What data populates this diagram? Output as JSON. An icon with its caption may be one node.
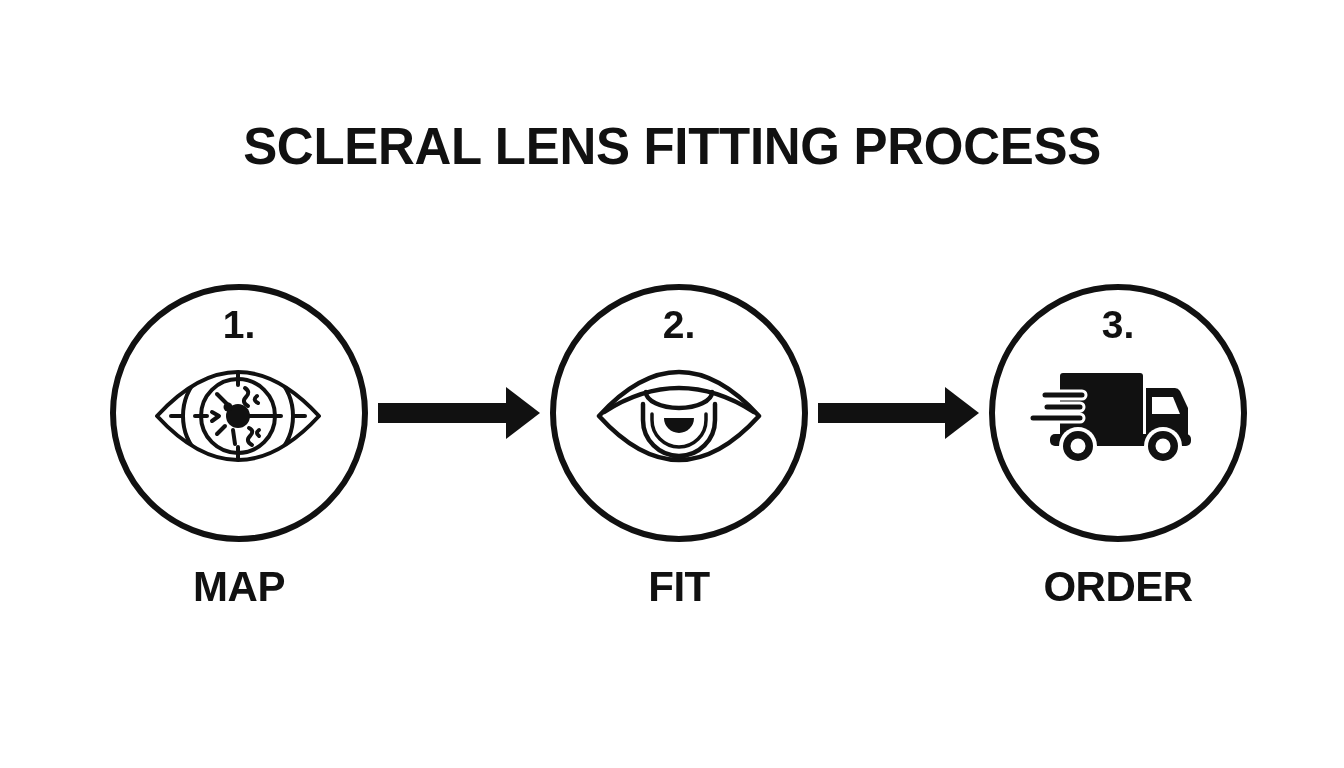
{
  "diagram": {
    "title": "SCLERAL LENS FITTING PROCESS",
    "nodes": [
      {
        "text": [
          "1."
        ],
        "beside": [
          "MAP"
        ]
      },
      {
        "text": [
          "2."
        ],
        "beside": [
          "FIT"
        ]
      },
      {
        "text": [
          "3."
        ],
        "beside": [
          "ORDER"
        ]
      }
    ],
    "edges": [
      {
        "from": 0,
        "to": 1,
        "arrow": "to"
      },
      {
        "from": 1,
        "to": 2,
        "arrow": "to"
      }
    ]
  }
}
